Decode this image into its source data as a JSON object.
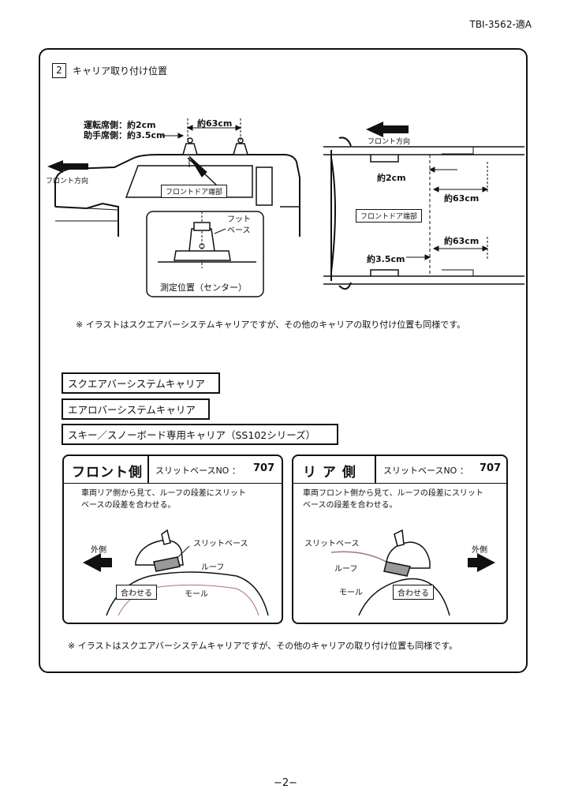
{
  "doc_id": "TBI-3562-適A",
  "section": {
    "number": "2",
    "title": "キャリア取り付け位置"
  },
  "side_view": {
    "driver_side": "運転席側：約2cm",
    "passenger_side": "助手席側：約3.5cm",
    "dim_63": "約63cm",
    "front_direction": "フロント方向",
    "front_door_edge": "フロントドア端部",
    "foot_base": "フット\nベース",
    "measure_position": "測定位置（センター）"
  },
  "top_view": {
    "front_direction": "フロント方向",
    "dim_2": "約2cm",
    "dim_63_top": "約63cm",
    "front_door_edge": "フロントドア端部",
    "dim_63_bottom": "約63cm",
    "dim_35": "約3.5cm"
  },
  "note1": "※ イラストはスクエアバーシステムキャリアですが、その他のキャリアの取り付け位置も同様です。",
  "carriers": [
    "スクエアバーシステムキャリア",
    "エアロバーシステムキャリア",
    "スキー／スノーボード専用キャリア（SS102シリーズ）"
  ],
  "front_panel": {
    "title": "フロント側",
    "slit_label": "スリットベースNO ：",
    "slit_no": "707",
    "desc_line1": "車両リア側から見て、ルーフの段差にスリット",
    "desc_line2": "ベースの段差を合わせる。",
    "outside": "外側",
    "slit_base": "スリットベース",
    "roof": "ルーフ",
    "align": "合わせる",
    "mall": "モール"
  },
  "rear_panel": {
    "title": "リ ア 側",
    "slit_label": "スリットベースNO ：",
    "slit_no": "707",
    "desc_line1": "車両フロント側から見て、ルーフの段差にスリット",
    "desc_line2": "ベースの段差を合わせる。",
    "outside": "外側",
    "slit_base": "スリットベース",
    "roof": "ルーフ",
    "align": "合わせる",
    "mall": "モール"
  },
  "note2": "※ イラストはスクエアバーシステムキャリアですが、その他のキャリアの取り付け位置も同様です。",
  "page_number": "−2−"
}
